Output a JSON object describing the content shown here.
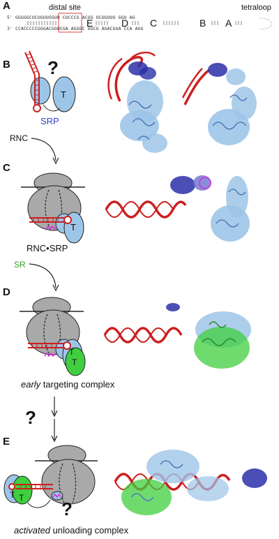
{
  "panels": {
    "a": "A",
    "b": "B",
    "c": "C",
    "d": "D",
    "e": "E"
  },
  "panel_a": {
    "distal_site": "distal site",
    "tetraloop": "tetraloop",
    "seq_top": "5' GGGGGCUCUGUUGGUU  CUCCCG    ACGG   UCUGUUU   GGU  AG",
    "seq_bottom": "3' CCACCCCCGGGACGGUCGA  AGGGC   UGCG   AGACGGA   CCA  AGG",
    "helix_letters": [
      "E",
      "D",
      "C",
      "B",
      "A"
    ]
  },
  "labels": {
    "srp": "SRP",
    "rnc": "RNC",
    "rnc_srp": "RNC•SRP",
    "sr": "SR",
    "t": "T",
    "early_em": "early",
    "early_rest": " targeting complex",
    "activated_em": "activated",
    "activated_rest": " unloading complex",
    "question": "?"
  },
  "colors": {
    "rna_red": "#cc1f1f",
    "srp_blue_light": "#9dc5e8",
    "srp_blue_dark": "#2b2fa8",
    "sr_green": "#3fcf3f",
    "ribosome_gray": "#a9a9a9",
    "signal_magenta": "#d92bd9",
    "srp_label_blue": "#2f43c7",
    "sr_label_green": "#2ca32c"
  }
}
